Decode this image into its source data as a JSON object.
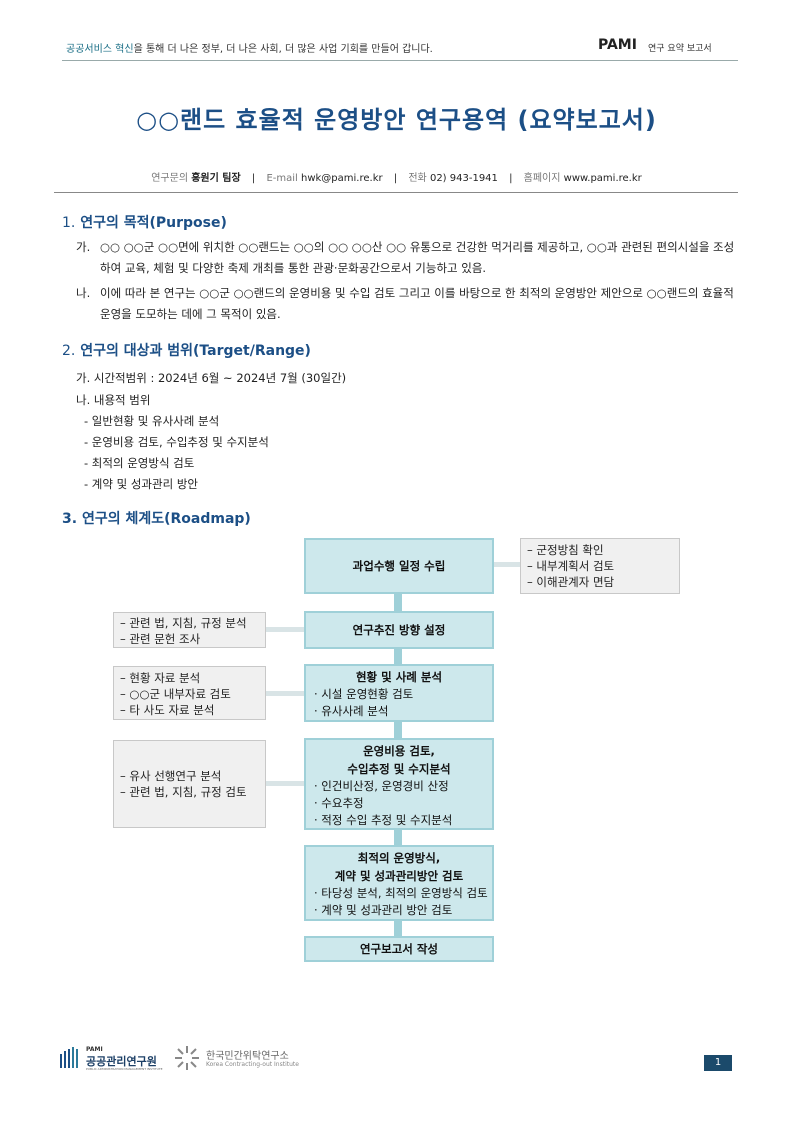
{
  "header": {
    "slogan_highlight": "공공서비스 혁신",
    "slogan_rest": "을 통해 더 나은 정부, 더 나은 사회, 더 많은 사업 기회를 만들어 갑니다.",
    "brand": "PAMI",
    "doc_type": "연구 요약 보고서"
  },
  "title": "○○랜드 효율적 운영방안 연구용역 (요약보고서)",
  "contact": {
    "inquiry_label": "연구문의",
    "inquiry_value": "홍원기 팀장",
    "email_label": "E-mail",
    "email_value": "hwk@pami.re.kr",
    "phone_label": "전화",
    "phone_value": "02) 943-1941",
    "home_label": "홈페이지",
    "home_value": "www.pami.re.kr",
    "separator": "|"
  },
  "sections": {
    "s1": {
      "num": "1.",
      "title": "연구의 목적(Purpose)",
      "a_mark": "가.",
      "a_text": "○○ ○○군 ○○면에 위치한 ○○랜드는 ○○의 ○○ ○○산 ○○ 유통으로 건강한 먹거리를 제공하고, ○○과 관련된 편의시설을 조성하여 교육, 체험 및 다양한 축제 개최를 통한 관광·문화공간으로서 기능하고 있음.",
      "b_mark": "나.",
      "b_text": "이에 따라 본 연구는 ○○군 ○○랜드의 운영비용 및 수입 검토 그리고 이를 바탕으로 한 최적의 운영방안 제안으로 ○○랜드의 효율적 운영을 도모하는 데에 그 목적이 있음."
    },
    "s2": {
      "num": "2.",
      "title": "연구의 대상과 범위(Target/Range)",
      "a": "가. 시간적범위 : 2024년 6월 ~ 2024년 7월 (30일간)",
      "b": "나. 내용적 범위",
      "items": [
        "- 일반현황 및 유사사례 분석",
        "- 운영비용 검토, 수입추정 및 수지분석",
        "- 최적의 운영방식 검토",
        "- 계약 및 성과관리 방안"
      ]
    },
    "s3": {
      "num": "3.",
      "title": "연구의 체계도(Roadmap)"
    }
  },
  "roadmap": {
    "m1": {
      "title": "과업수행 일정 수립"
    },
    "m2": {
      "title": "연구추진 방향 설정"
    },
    "m3": {
      "title": "현황 및 사례 분석",
      "subs": [
        "· 시설 운영현황 검토",
        "· 유사사례 분석"
      ]
    },
    "m4": {
      "title1": "운영비용 검토,",
      "title2": "수입추정 및 수지분석",
      "subs": [
        "· 인건비산정, 운영경비 산정",
        "· 수요추정",
        "· 적정 수입 추정 및 수지분석"
      ]
    },
    "m5": {
      "title1": "최적의 운영방식,",
      "title2": "계약 및 성과관리방안 검토",
      "subs": [
        "· 타당성 분석, 최적의 운영방식 검토",
        "· 계약 및 성과관리 방안 검토"
      ]
    },
    "m6": {
      "title": "연구보고서 작성"
    },
    "side_right_1": [
      "– 군정방침 확인",
      "– 내부계획서 검토",
      "– 이해관계자 면담"
    ],
    "side_left_2": [
      "– 관련 법, 지침, 규정 분석",
      "– 관련 문헌 조사"
    ],
    "side_left_3": [
      "– 현황 자료 분석",
      "– ○○군 내부자료 검토",
      "– 타 사도 자료 분석"
    ],
    "side_left_4": [
      "– 유사 선행연구 분석",
      "– 관련 법, 지침, 규정 검토"
    ]
  },
  "footer": {
    "logo1_small": "PAMI",
    "logo1_name": "공공관리연구원",
    "logo1_eng": "PUBLIC ADMINISTRATION MANAGEMENT INSTITUTE",
    "logo2_name": "한국민간위탁연구소",
    "logo2_eng": "Korea Contracting-out Institute",
    "page": "1"
  },
  "colors": {
    "accent": "#1c4f86",
    "box_fill": "#cde8ec",
    "box_border": "#9fd0d8",
    "page_badge": "#1b4a6b"
  }
}
